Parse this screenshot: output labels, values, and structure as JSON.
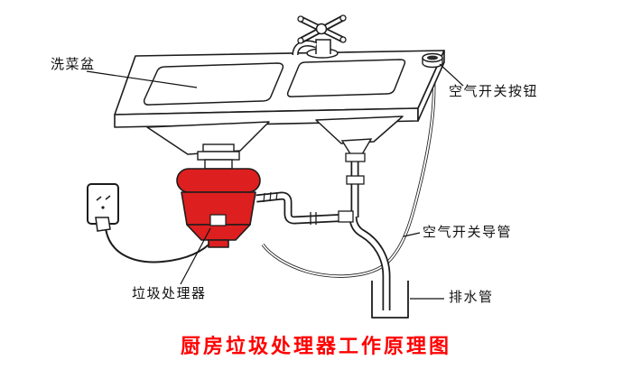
{
  "diagram": {
    "title": "厨房垃圾处理器工作原理图",
    "labels": {
      "sink": "洗菜盆",
      "air_switch_button": "空气开关按钮",
      "air_switch_conduit": "空气开关导管",
      "drain_pipe": "排水管",
      "disposer": "垃圾处理器"
    },
    "colors": {
      "disposer_body": "#dd1f1f",
      "title_text": "#ff0000",
      "outline": "#1c1c1c"
    }
  }
}
